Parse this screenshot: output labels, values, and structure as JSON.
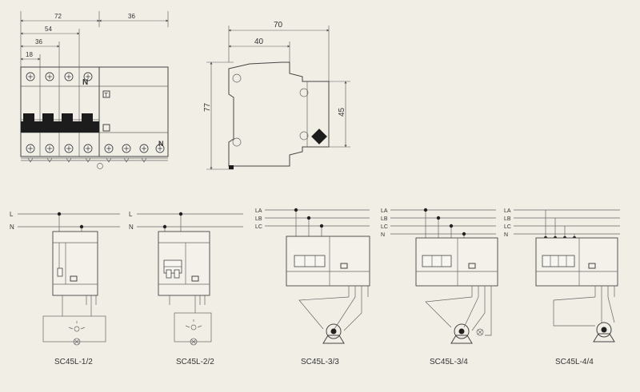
{
  "dimensions": {
    "front_total": "72",
    "front_54": "54",
    "front_36": "36",
    "front_18": "18",
    "front_aux": "36",
    "side_depth": "70",
    "side_40": "40",
    "side_height": "77",
    "side_45": "45"
  },
  "device_marks": {
    "neutral": "N",
    "test": "T"
  },
  "line_labels": {
    "l": "L",
    "n": "N",
    "la": "LA",
    "lb": "LB",
    "lc": "LC"
  },
  "diagrams": [
    {
      "model": "SC45L-1/2"
    },
    {
      "model": "SC45L-2/2"
    },
    {
      "model": "SC45L-3/3"
    },
    {
      "model": "SC45L-3/4"
    },
    {
      "model": "SC45L-4/4"
    }
  ]
}
